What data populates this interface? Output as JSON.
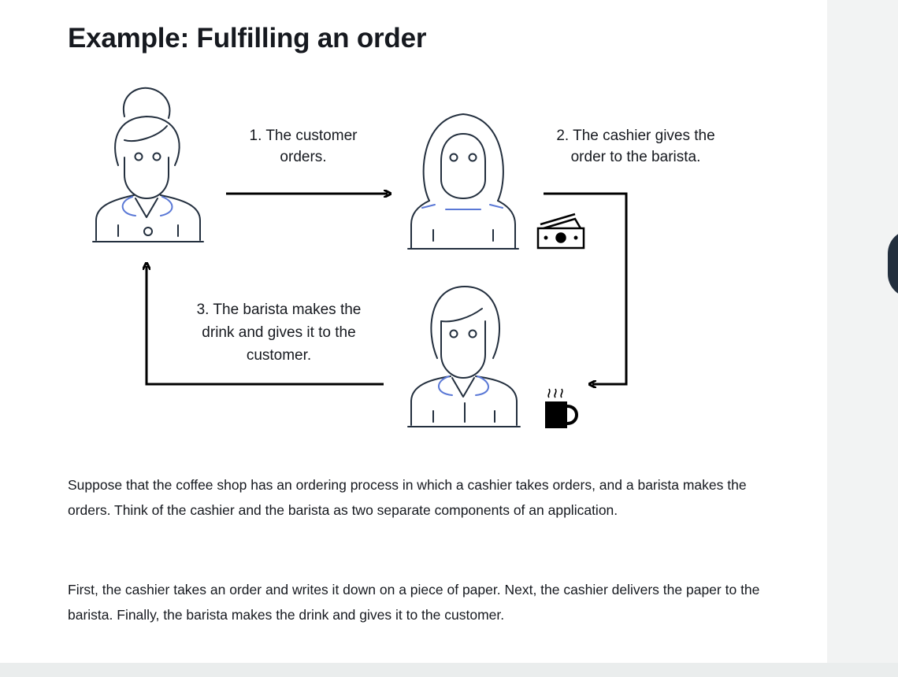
{
  "page": {
    "title": "Example: Fulfilling an order"
  },
  "diagram": {
    "step1": [
      "1. The customer",
      "orders."
    ],
    "step2": [
      "2. The cashier gives the",
      "order to the barista."
    ],
    "step3": [
      "3. The barista makes the",
      "drink and gives it to the",
      "customer."
    ],
    "actors": [
      "customer-person-icon",
      "cashier-person-icon",
      "barista-person-icon"
    ],
    "icons": [
      "money-icon",
      "coffee-cup-icon"
    ],
    "colors": {
      "line": "#232f3e",
      "accent": "#5a78d6"
    }
  },
  "paragraphs": [
    "Suppose that the coffee shop has an ordering process in which a cashier takes orders, and a barista makes the orders. Think of the cashier and the barista as two separate components of an application.",
    "First, the cashier takes an order and writes it down on a piece of paper. Next, the cashier delivers the paper to the barista. Finally, the barista makes the drink and gives it to the customer."
  ]
}
